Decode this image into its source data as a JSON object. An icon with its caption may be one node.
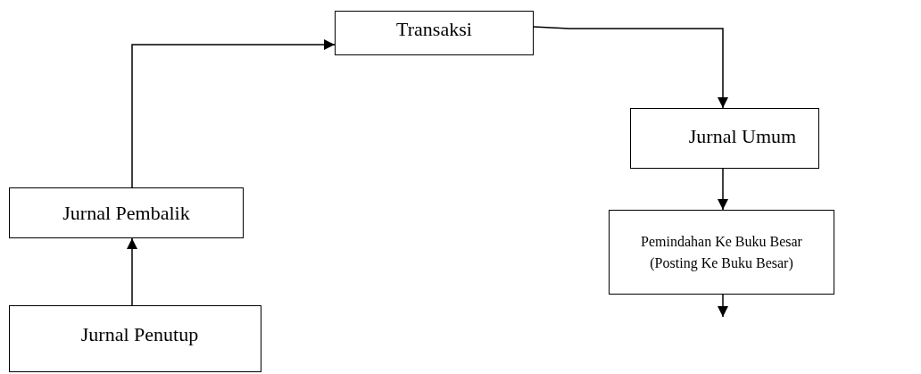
{
  "diagram": {
    "nodes": [
      {
        "text": [
          "Transaksi"
        ]
      },
      {
        "text": [
          "Jurnal Umum"
        ]
      },
      {
        "text": [
          "Pemindahan Ke Buku Besar (Posting Ke Buku Besar)"
        ]
      },
      {
        "text": [
          "Jurnal Pembalik"
        ]
      },
      {
        "text": [
          "Jurnal Penutup"
        ]
      }
    ],
    "edges": [
      {
        "from": 0,
        "to": 1,
        "arrow": "to"
      },
      {
        "from": 1,
        "to": 2,
        "arrow": "to"
      },
      {
        "from": 2,
        "to": null,
        "arrow": "to"
      },
      {
        "from": 4,
        "to": 3,
        "arrow": "to"
      },
      {
        "from": 3,
        "to": 0,
        "arrow": "to"
      }
    ]
  }
}
